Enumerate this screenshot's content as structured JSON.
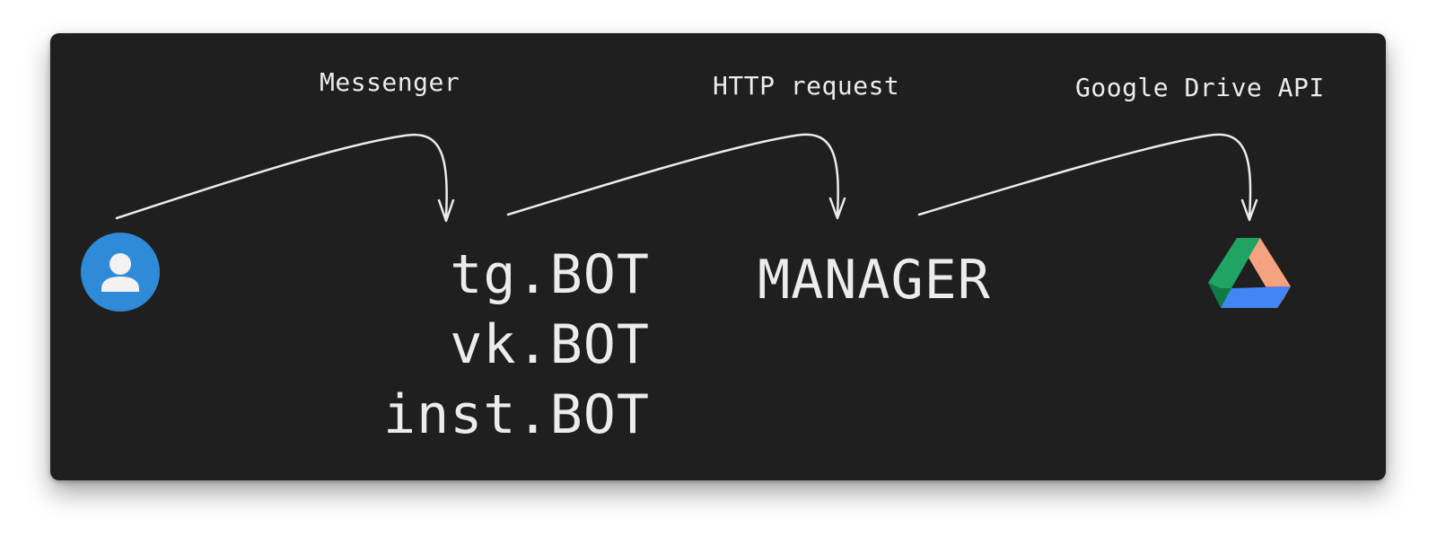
{
  "edges": {
    "messenger": "Messenger",
    "http_request": "HTTP request",
    "google_drive_api": "Google Drive API"
  },
  "bots": [
    "tg.BOT",
    "vk.BOT",
    "inst.BOT"
  ],
  "manager": "MANAGER",
  "colors": {
    "background": "#1f1f1f",
    "stroke": "#ececec",
    "user_icon": "#2f8ad8",
    "drive_green": "#1fa463",
    "drive_blue": "#4285f4",
    "drive_salmon": "#f4a380",
    "drive_red": "#e46a5a"
  },
  "icons": {
    "user": "user-avatar-icon",
    "drive": "google-drive-icon"
  }
}
